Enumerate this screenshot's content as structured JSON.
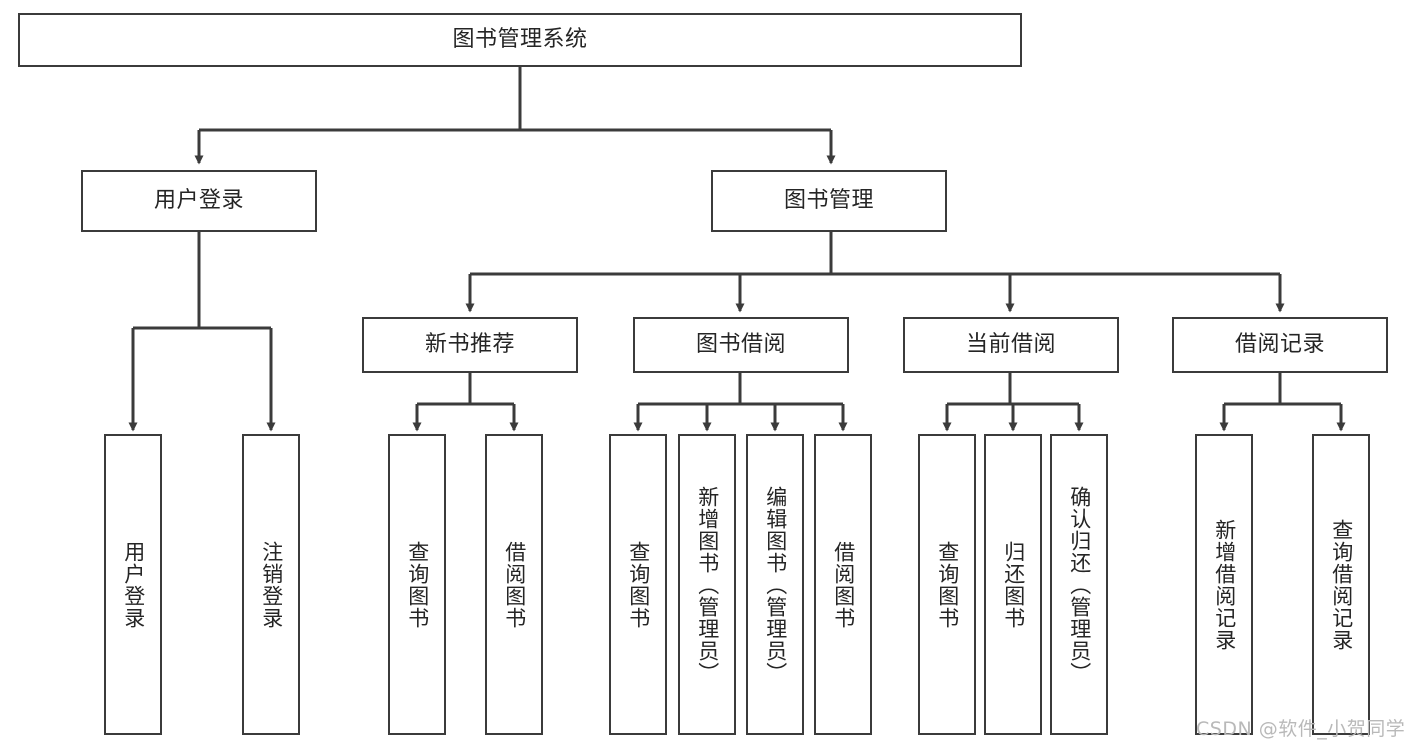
{
  "diagram": {
    "title": "图书管理系统",
    "type": "tree-hierarchy",
    "edge_color": "#3b3b3b",
    "box_border_color": "#3b3b3b",
    "text_color": "#252525",
    "background": "#ffffff",
    "root": {
      "label": "图书管理系统"
    },
    "level2": [
      {
        "label": "用户登录"
      },
      {
        "label": "图书管理"
      }
    ],
    "level3": [
      {
        "label": "新书推荐"
      },
      {
        "label": "图书借阅"
      },
      {
        "label": "当前借阅"
      },
      {
        "label": "借阅记录"
      }
    ],
    "leaves": {
      "user_login": [
        {
          "label": "用户登录"
        },
        {
          "label": "注销登录"
        }
      ],
      "new_book_recommend": [
        {
          "label": "查询图书"
        },
        {
          "label": "借阅图书"
        }
      ],
      "book_borrow": [
        {
          "label": "查询图书"
        },
        {
          "label": "新增图书（管理员）"
        },
        {
          "label": "编辑图书（管理员）"
        },
        {
          "label": "借阅图书"
        }
      ],
      "current_borrow": [
        {
          "label": "查询图书"
        },
        {
          "label": "归还图书"
        },
        {
          "label": "确认归还（管理员）"
        }
      ],
      "borrow_record": [
        {
          "label": "新增借阅记录"
        },
        {
          "label": "查询借阅记录"
        }
      ]
    }
  },
  "watermark": {
    "text": "CSDN @软件_小贺同学"
  }
}
